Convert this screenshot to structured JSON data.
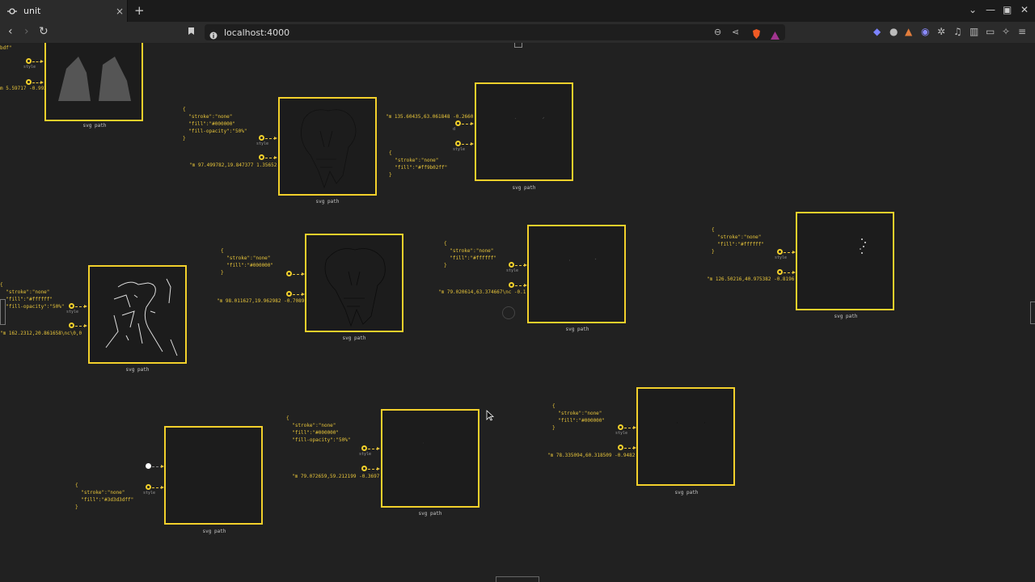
{
  "browser": {
    "tab_title": "unit",
    "new_tab": "+",
    "tab_close": "×",
    "url": "localhost:4000",
    "window_controls": {
      "dropdown": "⌄",
      "minimize": "—",
      "maximize": "▣",
      "close": "✕"
    }
  },
  "canvas": {
    "units": [
      {
        "label": "svg path",
        "style_code": "",
        "path_code": ""
      },
      {
        "label": "svg path",
        "style_code": "{\n  \"stroke\":\"none\"\n  \"fill\":\"#000000\"\n  \"fill-opacity\":\"50%\"\n}",
        "path_code": "\"m 97.499782,19.847377 1.35652"
      },
      {
        "label": "svg path",
        "style_code": "{\n  \"stroke\":\"none\"\n  \"fill\":\"#ff9b02ff\"\n}",
        "path_code": "\"m 135.60435,63.061848 -0.2660"
      },
      {
        "label": "svg path",
        "style_code": "{\n  \"stroke\":\"none\"\n  \"fill\":\"#ffffff\"\n  \"fill-opacity\":\"50%\"",
        "path_code": "\"m 162.2312,20.861658\\nc\\0,0"
      },
      {
        "label": "svg path",
        "style_code": "{\n  \"stroke\":\"none\"\n  \"fill\":\"#000000\"\n}",
        "path_code": "\"m 98.011627,19.962982 -0.7089"
      },
      {
        "label": "svg path",
        "style_code": "{\n  \"stroke\":\"none\"\n  \"fill\":\"#ffffff\"\n}",
        "path_code": "\"m 79.020614,63.374667\\nc -0.1"
      },
      {
        "label": "svg path",
        "style_code": "{\n  \"stroke\":\"none\"\n  \"fill\":\"#ffffff\"\n}",
        "path_code": "\"m 126.50216,40.975382 -0.8196"
      },
      {
        "label": "svg path",
        "style_code": "{\n  \"stroke\":\"none\"\n  \"fill\":\"#3d3d3dff\"\n}",
        "path_code": ""
      },
      {
        "label": "svg path",
        "style_code": "{\n  \"stroke\":\"none\"\n  \"fill\":\"#000000\"\n  \"fill-opacity\":\"50%\"",
        "path_code": "\"m 79.072659,59.212199 -0.3697"
      },
      {
        "label": "svg path",
        "style_code": "{\n  \"stroke\":\"none\"\n  \"fill\":\"#000000\"\n}",
        "path_code": "\"m 78.335094,60.318509 -0.9482"
      }
    ],
    "top_left_fragment": "bdf\"",
    "top_left_path": "m 5.59717 -0.9932",
    "pin_label_style": "style",
    "pin_label_d": "d"
  },
  "colors": {
    "accent": "#f2d02b",
    "background": "#212121",
    "code": "#e8c53a"
  }
}
